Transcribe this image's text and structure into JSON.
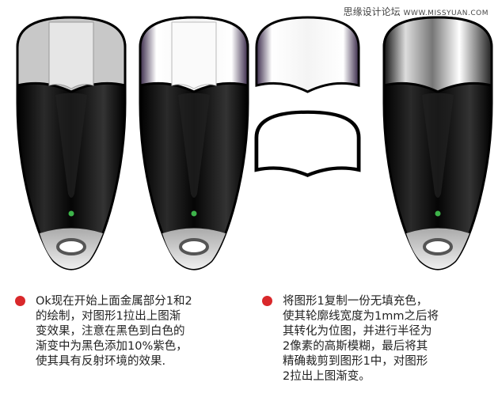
{
  "watermark": {
    "site_name": "思缘设计论坛",
    "url": "WWW.MISSYUAN.COM"
  },
  "notes": [
    {
      "text": "Ok现在开始上面金属部分1和2\n的绘制，对图形1拉出上图渐\n变效果，注意在黑色到白色的\n渐变中为黑色添加10%紫色，\n使其具有反射环境的效果."
    },
    {
      "text": "将图形1复制一份无填充色，\n使其轮廓线宽度为1mm之后将\n其转化为位图，并进行半径为\n2像素的高斯模糊，最后将其\n精确裁剪到图形1中，对图形\n2拉出上图渐变。"
    }
  ],
  "colors": {
    "bullet": "#d9282b",
    "led": "#3db34a",
    "body": "#0a0a0a",
    "metal_purple": "#4a3a5a"
  }
}
